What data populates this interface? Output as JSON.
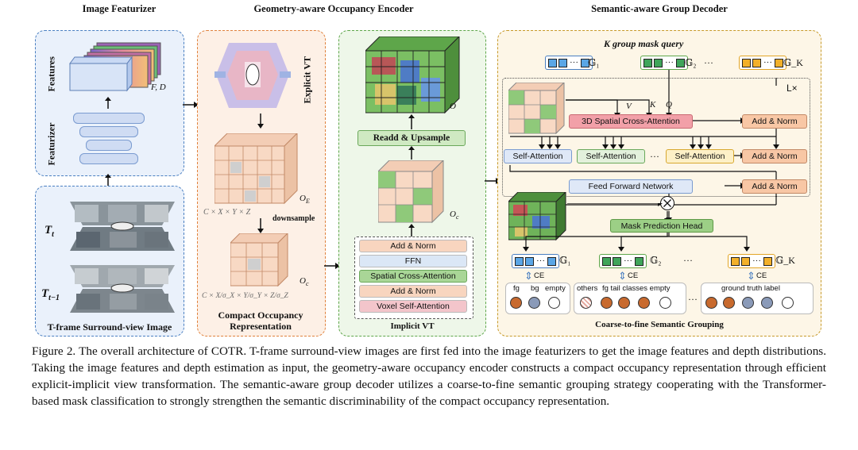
{
  "sections": {
    "image_featurizer": "Image Featurizer",
    "encoder": "Geometry-aware Occupancy Encoder",
    "decoder": "Semantic-aware Group Decoder"
  },
  "featurizer": {
    "features_label": "Features",
    "featurizer_label": "Featurizer",
    "fd_label": "F, D",
    "t_label": "T",
    "t_sub": "t",
    "t1_sub": "t−1",
    "surround_caption": "T-frame Surround-view Image"
  },
  "encoder": {
    "explicit_vt": "Explicit VT",
    "oe_label": "O",
    "oe_sub": "E",
    "dim_label": "C × X × Y × Z",
    "downsample": "downsample",
    "oc_label": "O",
    "oc_sub": "c",
    "dim_label_small": "C × X/σ_X × Y/σ_Y × Z/σ_Z",
    "compact_caption": "Compact Occupancy Representation",
    "o_label": "O",
    "readd": "Readd & Upsample",
    "oc2_label": "O",
    "oc2_sub": "c",
    "implicit_stack": [
      "Add & Norm",
      "FFN",
      "Spatial Cross-Attention",
      "Add & Norm",
      "Voxel Self-Attention"
    ],
    "implicit_caption": "Implicit VT"
  },
  "decoder": {
    "query_title": "K group mask query",
    "g1": "𝔾₁",
    "g2": "𝔾₂",
    "gk": "𝔾_K",
    "ellipsis": "···",
    "lx": "L×",
    "v": "V",
    "k": "K",
    "q": "Q",
    "spatial_cross": "3D Spatial Cross-Attention",
    "add_norm": "Add & Norm",
    "self_attention": "Self-Attention",
    "ffn": "Feed Forward Network",
    "mask_head": "Mask Prediction Head",
    "ce": "CE",
    "fg": "fg",
    "bg": "bg",
    "empty": "empty",
    "others": "others",
    "tail": "fg tail classes empty",
    "gt": "ground truth label",
    "group_caption": "Coarse-to-fine Semantic Grouping"
  },
  "caption": "Figure 2. The overall architecture of COTR. T-frame surround-view images are first fed into the image featurizers to get the image features and depth distributions. Taking the image features and depth estimation as input, the geometry-aware occupancy encoder constructs a compact occupancy representation through efficient explicit-implicit view transformation. The semantic-aware group decoder utilizes a coarse-to-fine semantic grouping strategy cooperating with the Transformer-based mask classification to strongly strengthen the semantic discriminability of the compact occupancy representation.",
  "colors": {
    "blue_panel": "#eaf1fb",
    "blue_border": "#4a7fc1",
    "orange_panel": "#fdf0e6",
    "orange_border": "#e0813c",
    "green_panel": "#eef7e9",
    "green_border": "#5ea64a",
    "yellow_panel": "#fdf6e7",
    "yellow_border": "#c79a2a"
  }
}
